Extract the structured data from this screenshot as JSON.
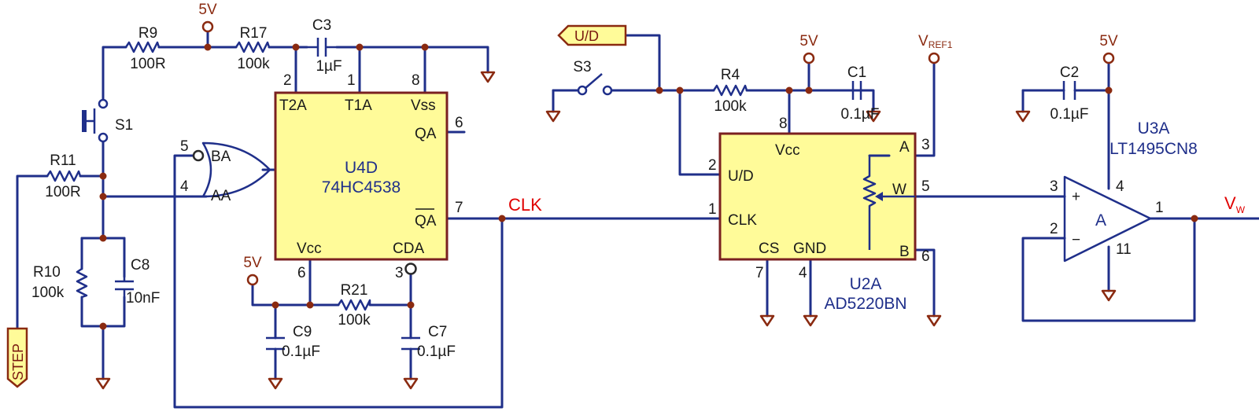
{
  "power": {
    "vcc_label": "5V",
    "vref_label": "V",
    "vref_sub": "REF1"
  },
  "nets": {
    "clk": "CLK",
    "vw": "V",
    "vw_sub": "W"
  },
  "ports": {
    "step": "STEP",
    "ud": "U/D"
  },
  "chips": {
    "u4d": {
      "name": "U4D",
      "part": "74HC4538",
      "pins": [
        "T2A",
        "T1A",
        "Vss",
        "QA",
        "QA",
        "Vcc",
        "CDA"
      ],
      "pin_numbers": [
        "2",
        "1",
        "8",
        "6",
        "7",
        "6",
        "3"
      ]
    },
    "gate": {
      "pins": [
        "BA",
        "AA"
      ],
      "pin_numbers": [
        "5",
        "4"
      ]
    },
    "u2a": {
      "name": "U2A",
      "part": "AD5220BN",
      "pins": [
        "Vcc",
        "U/D",
        "CLK",
        "A",
        "W",
        "B",
        "CS",
        "GND"
      ],
      "pin_numbers": [
        "8",
        "2",
        "1",
        "3",
        "5",
        "6",
        "7",
        "4"
      ]
    },
    "u3a": {
      "name": "U3A",
      "part": "LT1495CN8",
      "symbol": "A",
      "plus": "+",
      "minus": "−",
      "pin_numbers": [
        "3",
        "2",
        "4",
        "11",
        "1"
      ]
    }
  },
  "components": {
    "r9": {
      "ref": "R9",
      "value": "100R"
    },
    "r17": {
      "ref": "R17",
      "value": "100k"
    },
    "c3": {
      "ref": "C3",
      "value": "1µF"
    },
    "s1": {
      "ref": "S1"
    },
    "r11": {
      "ref": "R11",
      "value": "100R"
    },
    "r10": {
      "ref": "R10",
      "value": "100k"
    },
    "c8": {
      "ref": "C8",
      "value": "10nF"
    },
    "r21": {
      "ref": "R21",
      "value": "100k"
    },
    "c9": {
      "ref": "C9",
      "value": "0.1µF"
    },
    "c7": {
      "ref": "C7",
      "value": "0.1µF"
    },
    "s3": {
      "ref": "S3"
    },
    "r4": {
      "ref": "R4",
      "value": "100k"
    },
    "c1": {
      "ref": "C1",
      "value": "0.1µF"
    },
    "c2": {
      "ref": "C2",
      "value": "0.1µF"
    }
  }
}
